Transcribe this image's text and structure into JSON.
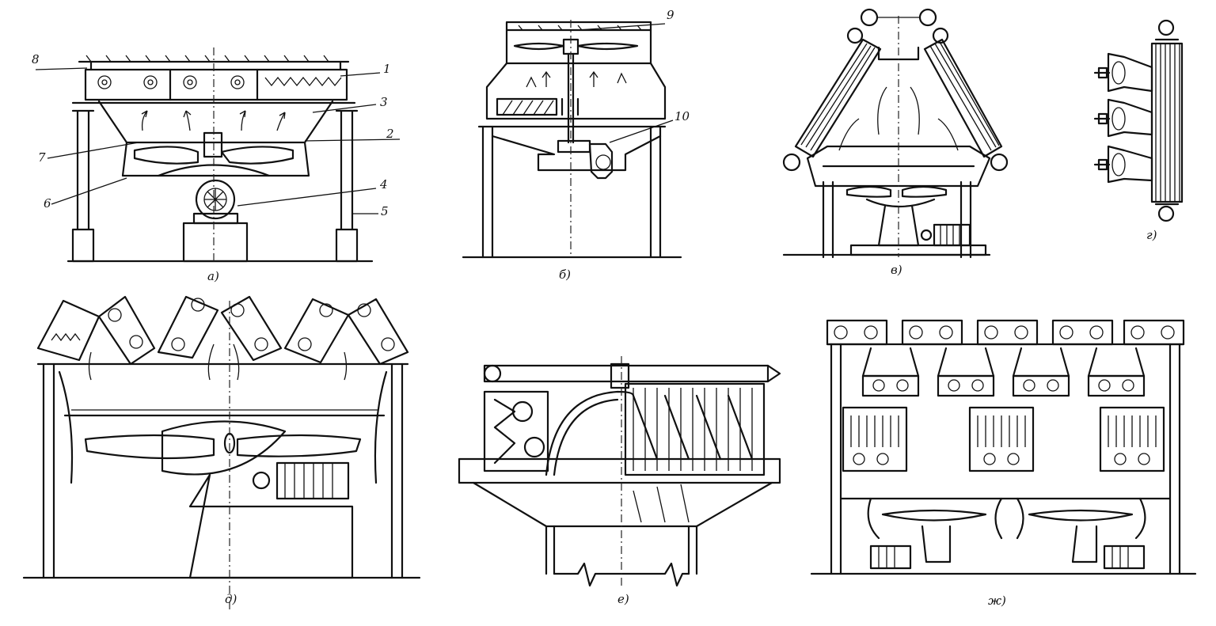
{
  "panels": [
    {
      "id": "a",
      "label": "а)"
    },
    {
      "id": "b",
      "label": "б)"
    },
    {
      "id": "v",
      "label": "в)"
    },
    {
      "id": "g",
      "label": "г)"
    },
    {
      "id": "d",
      "label": "д)"
    },
    {
      "id": "e",
      "label": "е)"
    },
    {
      "id": "zh",
      "label": "ж)"
    }
  ],
  "callouts": [
    "1",
    "2",
    "3",
    "4",
    "5",
    "6",
    "7",
    "8",
    "9",
    "10"
  ]
}
